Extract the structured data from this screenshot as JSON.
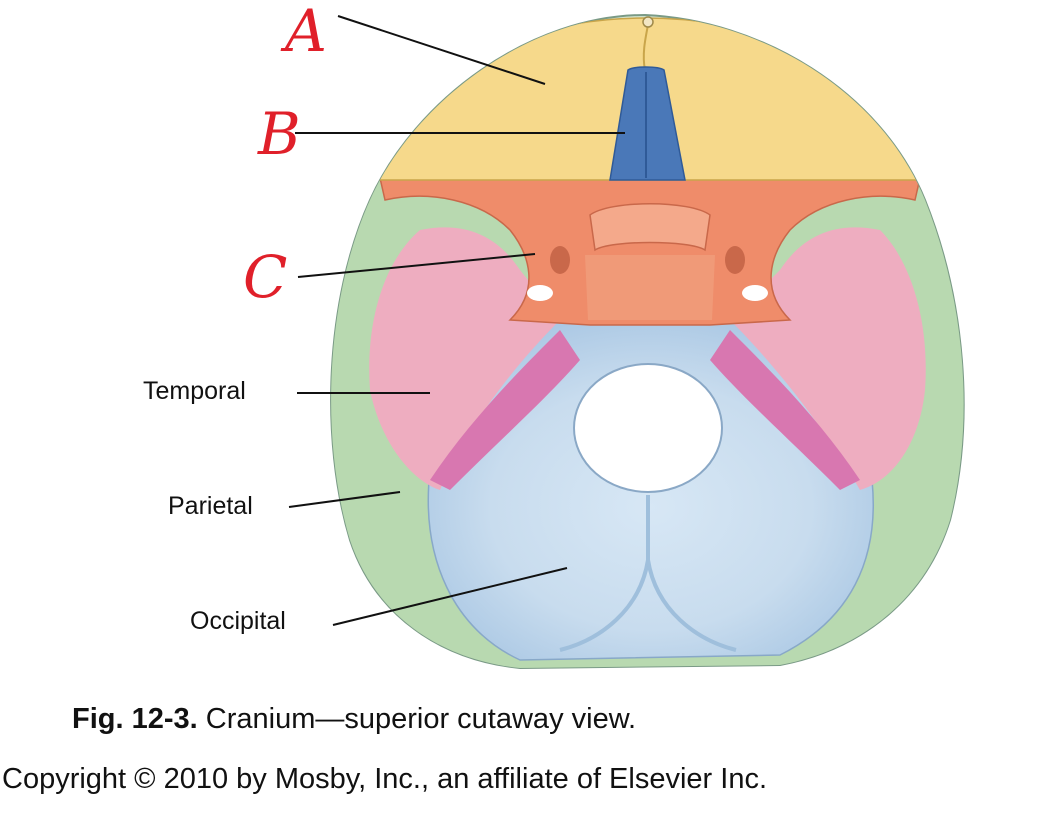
{
  "labels": {
    "a": "A",
    "b": "B",
    "c": "C",
    "temporal": "Temporal",
    "parietal": "Parietal",
    "occipital": "Occipital"
  },
  "caption": {
    "fig": "Fig. 12-3.",
    "text": "Cranium—superior cutaway view."
  },
  "copyright": "Copyright © 2010 by Mosby, Inc., an affiliate of Elsevier Inc.",
  "colors": {
    "frontal": "#f6d98b",
    "ethmoid": "#4a78b8",
    "sphenoid": "#ef8c6a",
    "temporal": "#eeadc0",
    "petrous": "#d877b0",
    "parietal": "#b8d9b0",
    "occipital": "#cfe2f2",
    "handwriting": "#e0202a"
  }
}
